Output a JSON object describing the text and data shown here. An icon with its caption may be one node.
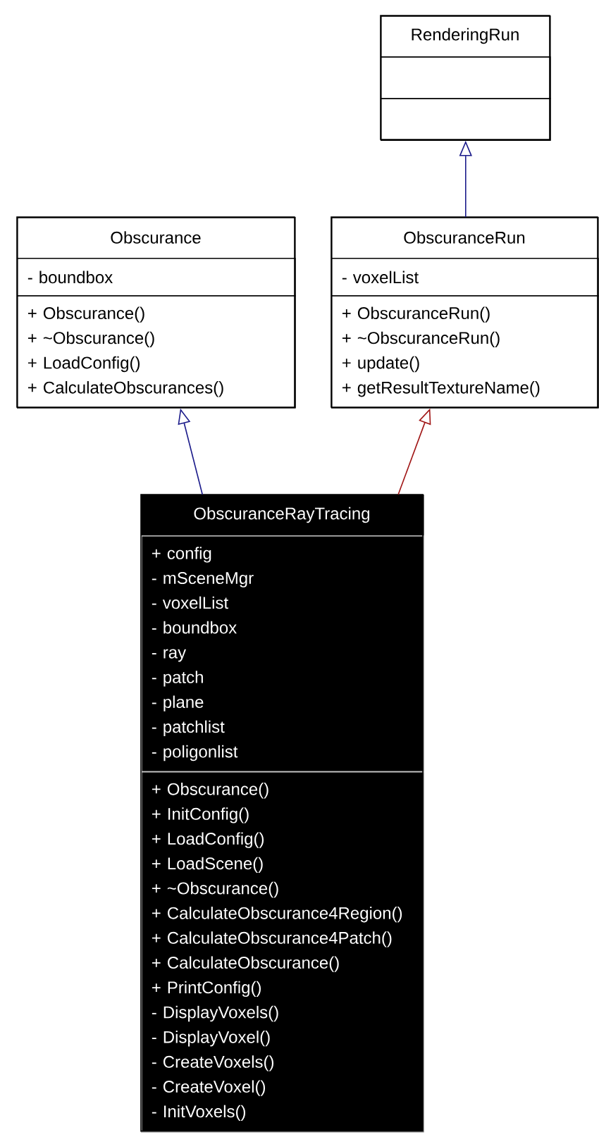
{
  "diagram": {
    "nodes": [
      {
        "text": [
          "RenderingRun"
        ]
      },
      {
        "text": [],
        "shape": "box",
        "in": 0
      },
      {
        "text": [],
        "shape": "box",
        "in": 0
      },
      {
        "text": [
          "Obscurance"
        ]
      },
      {
        "text": [
          "- boundbox"
        ],
        "in": 3
      },
      {
        "text": [
          "+ Obscurance()",
          "+ ~Obscurance()",
          "+ LoadConfig()",
          "+ CalculateObscurances()"
        ],
        "in": 3
      },
      {
        "text": [
          "ObscuranceRun"
        ]
      },
      {
        "text": [
          "- voxelList"
        ],
        "in": 6
      },
      {
        "text": [
          "+ ObscuranceRun()",
          "+ ~ObscuranceRun()",
          "+ update()",
          "+ getResultTextureName()"
        ],
        "in": 6
      },
      {
        "text": [
          "ObscuranceRayTracing"
        ]
      },
      {
        "text": [
          "+ config",
          "- mSceneMgr",
          "- voxelList",
          "- boundbox",
          "- ray",
          "- patch",
          "- plane",
          "- patchlist",
          "- poligonlist"
        ],
        "in": 9
      },
      {
        "text": [
          "+ Obscurance()",
          "+ InitConfig()",
          "+ LoadConfig()",
          "+ LoadScene()",
          "+ ~Obscurance()",
          "+ CalculateObscurance4Region()",
          "+ CalculateObscurance4Patch()",
          "+ CalculateObscurance()",
          "+ PrintConfig()",
          "- DisplayVoxels()",
          "- DisplayVoxel()",
          "- CreateVoxels()",
          "- CreateVoxel()",
          "- InitVoxels()"
        ],
        "in": 9
      }
    ],
    "edges": [
      {
        "from": 6,
        "to": 0,
        "arrow": "to"
      },
      {
        "from": 9,
        "to": 3,
        "arrow": "to"
      },
      {
        "from": 9,
        "to": 6,
        "arrow": "to",
        "color": "#a01515"
      }
    ]
  }
}
